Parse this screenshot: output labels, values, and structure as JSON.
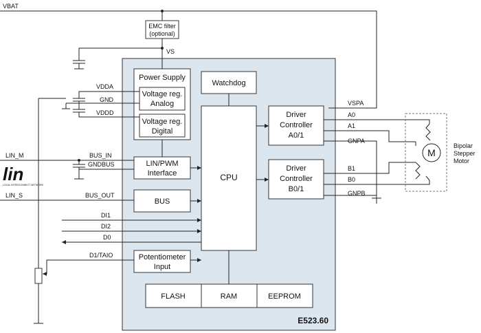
{
  "signals": {
    "vbat": "VBAT",
    "vs": "VS",
    "vdda": "VDDA",
    "gnd": "GND",
    "vddd": "VDDD",
    "lin_m": "LIN_M",
    "bus_in": "BUS_IN",
    "gndbus": "GNDBUS",
    "lin_s": "LIN_S",
    "bus_out": "BUS_OUT",
    "di1": "DI1",
    "di2": "DI2",
    "d0": "D0",
    "d1_taio": "D1/TAIO",
    "vspa": "VSPA",
    "a0": "A0",
    "a1": "A1",
    "gnpa": "GNPA",
    "b1": "B1",
    "b0": "B0",
    "gnpb": "GNPB"
  },
  "blocks": {
    "emc_line1": "EMC filter",
    "emc_line2": "(optional)",
    "power_supply": "Power Supply",
    "vreg_analog_line1": "Voltage reg.",
    "vreg_analog_line2": "Analog",
    "vreg_digital_line1": "Voltage reg.",
    "vreg_digital_line2": "Digital",
    "watchdog": "Watchdog",
    "cpu": "CPU",
    "lin_pwm_line1": "LIN/PWM",
    "lin_pwm_line2": "Interface",
    "bus": "BUS",
    "pot_line1": "Potentiometer",
    "pot_line2": "Input",
    "flash": "FLASH",
    "ram": "RAM",
    "eeprom": "EEPROM",
    "drv_a_line1": "Driver",
    "drv_a_line2": "Controller",
    "drv_a_line3": "A0/1",
    "drv_b_line1": "Driver",
    "drv_b_line2": "Controller",
    "drv_b_line3": "B0/1"
  },
  "chip_name": "E523.60",
  "motor": {
    "symbol": "M",
    "label_line1": "Bipolar",
    "label_line2": "Stepper",
    "label_line3": "Motor"
  },
  "logo": {
    "text": "lin",
    "caption": "LOCAL INTERCONNECT NETWORK"
  }
}
